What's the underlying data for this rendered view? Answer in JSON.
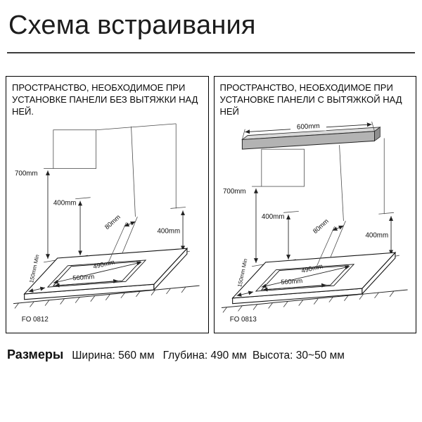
{
  "title": "Схема встраивания",
  "panel_left": {
    "header": "ПРОСТРАНСТВО, НЕОБХОДИМОЕ ПРИ УСТАНОВКЕ ПАНЕЛИ БЕЗ ВЫТЯЖКИ НАД НЕЙ.",
    "dim_700": "700mm",
    "dim_400_left": "400mm",
    "dim_400_right": "400mm",
    "dim_80": "80mm",
    "dim_560": "560mm",
    "dim_490": "490mm",
    "dim_150": "150mm Min",
    "figure_code": "FO 0812"
  },
  "panel_right": {
    "header": "ПРОСТРАНСТВО, НЕОБХОДИМОЕ ПРИ УСТАНОВКЕ ПАНЕЛИ С ВЫТЯЖКОЙ НАД НЕЙ",
    "dim_600": "600mm",
    "dim_700": "700mm",
    "dim_400_left": "400mm",
    "dim_400_right": "400mm",
    "dim_80": "80mm",
    "dim_560": "560mm",
    "dim_490": "490mm",
    "dim_150": "150mm Min",
    "figure_code": "FO 0813"
  },
  "footer": {
    "label": "Размеры",
    "width": "Ширина: 560 мм",
    "depth": "Глубина: 490 мм",
    "height": "Высота: 30~50 мм"
  }
}
